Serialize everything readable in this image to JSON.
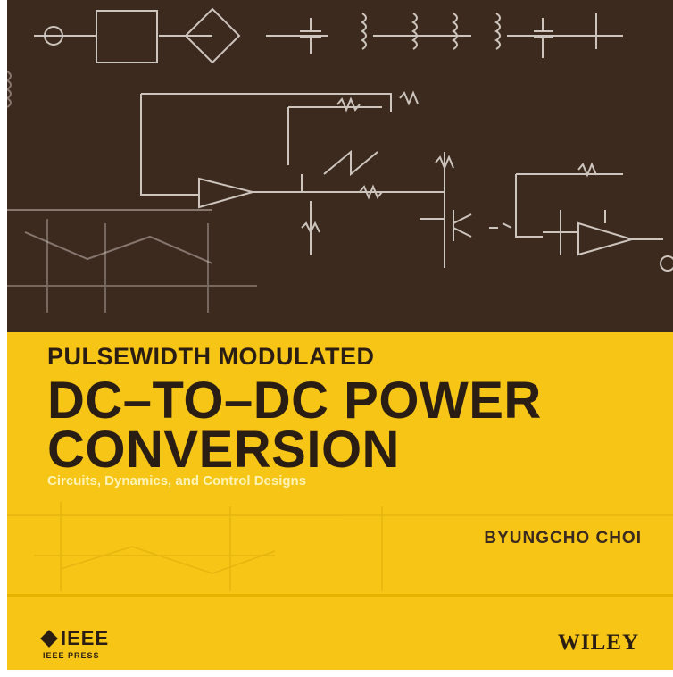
{
  "caption": "",
  "book": {
    "title_line_1": "PULSEWIDTH MODULATED",
    "title_line_2": "DC–TO–DC POWER",
    "title_line_3": "CONVERSION",
    "subtitle": "Circuits, Dynamics, and Control Designs",
    "author": "BYUNGCHO CHOI",
    "publisher_logo_left": "IEEE",
    "publisher_logo_left_sub": "IEEE PRESS",
    "publisher_logo_right": "WILEY"
  },
  "colors": {
    "dark_panel": "#3d2a1f",
    "yellow_panel": "#f6c515",
    "title_text": "#2a1d14"
  }
}
